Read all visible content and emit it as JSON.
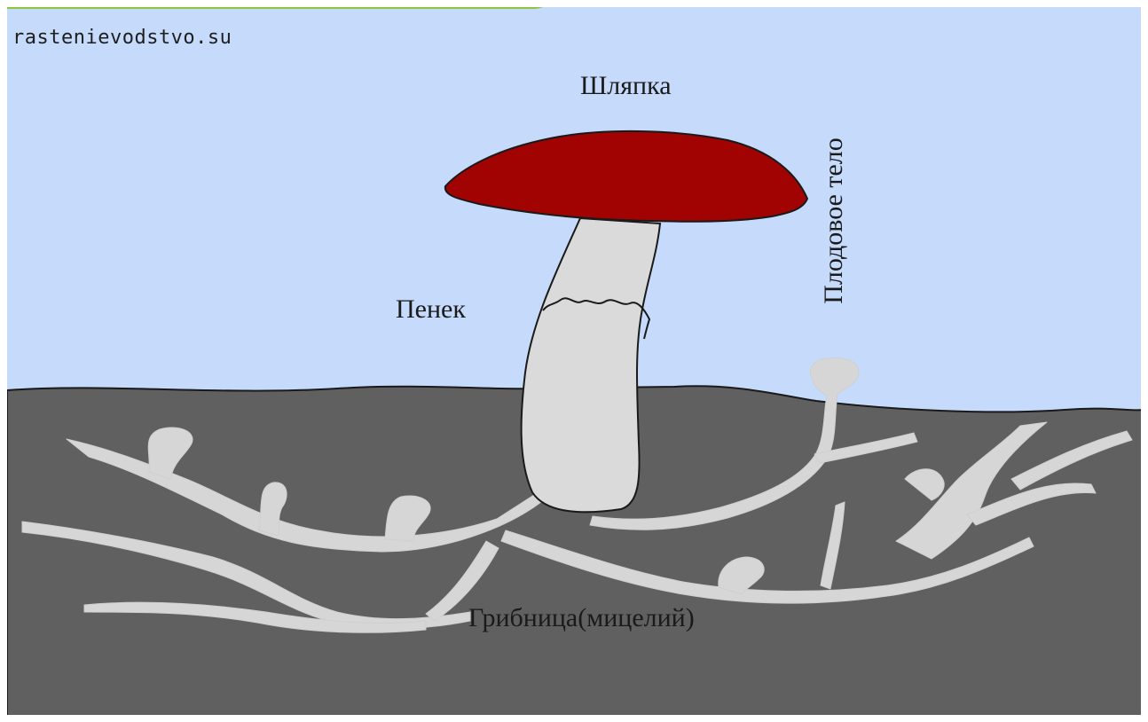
{
  "watermark": "rastenievodstvo.su",
  "labels": {
    "cap": "Шляпка",
    "stump": "Пенек",
    "fruit_body": "Плодовое тело",
    "mycelium": "Грибница(мицелий)"
  },
  "colors": {
    "sky": "#c6dbfb",
    "soil": "#606060",
    "cap": "#a10303",
    "stem": "#dadada",
    "outline": "#1a1a1a",
    "slide_border": "#ffffff",
    "accent_bar": "#8cc63f"
  }
}
